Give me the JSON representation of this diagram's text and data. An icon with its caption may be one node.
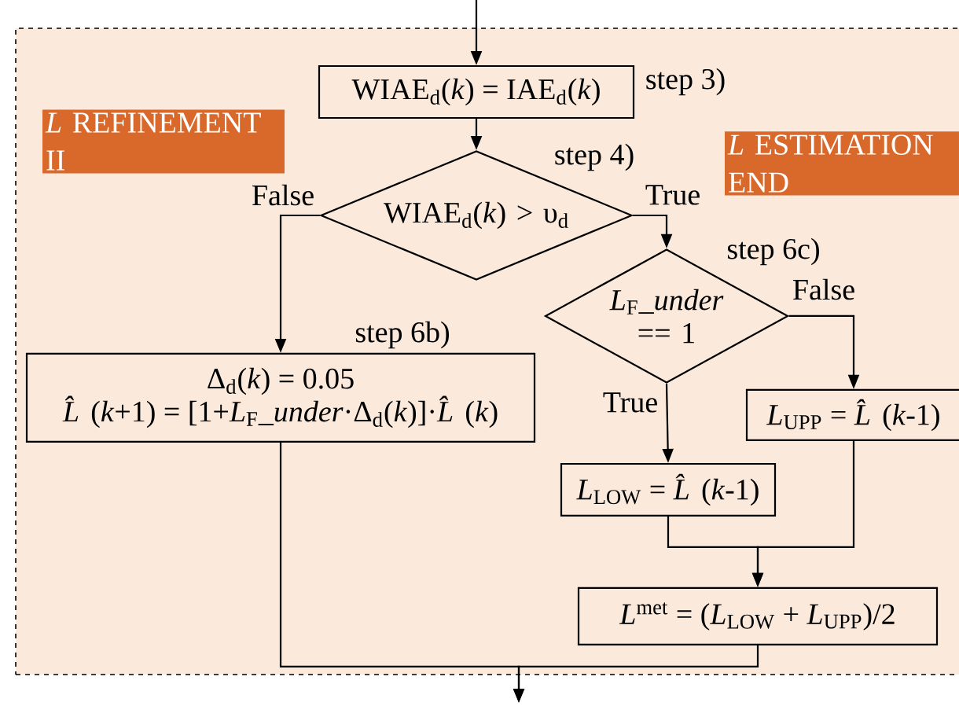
{
  "diagram": {
    "nodes": [
      {
        "text": [],
        "shape": "box"
      },
      {
        "text": [
          "WIAE$_{d}$(*k*) = IAE$_{d}$(*k*)"
        ],
        "beside": [
          "step 3)"
        ],
        "in": 0
      },
      {
        "text": [
          "WIAE$_{d}$(*k*) > υ$_{d}$"
        ],
        "beside": [
          "step 4)"
        ],
        "in": 0
      },
      {
        "text": [
          "Δ$_{d}$(*k*) = 0.05",
          "*L̂*(*k*+1) = [1+*L*$_{F}$*_under*·Δ$_{d}$(*k*)]·*L̂*(*k*)"
        ],
        "beside": [
          "step 6b)"
        ],
        "in": 0
      },
      {
        "text": [
          "*L*$_{F}$*_under* == 1"
        ],
        "beside": [
          "step 6c)"
        ],
        "in": 0
      },
      {
        "text": [
          "*L*$_{UPP}$ = *L̂*(*k*-1)"
        ],
        "in": 0
      },
      {
        "text": [
          "*L*$_{LOW}$ = *L̂*(*k*-1)"
        ],
        "in": 0
      },
      {
        "text": [
          "*L*$^{met}$ = (*L*$_{LOW}$ + *L*$_{UPP}$)/2"
        ],
        "in": 0
      }
    ],
    "edges": [
      {
        "from": null,
        "to": 1,
        "arrow": "to"
      },
      {
        "from": 1,
        "to": 2,
        "arrow": "to"
      },
      {
        "from": 2,
        "to": 3,
        "arrow": "to",
        "label": "False"
      },
      {
        "from": 2,
        "to": 4,
        "arrow": "to",
        "label": "True"
      },
      {
        "from": 4,
        "to": 6,
        "arrow": "to",
        "label": "True"
      },
      {
        "from": 4,
        "to": 5,
        "arrow": "to",
        "label": "False"
      },
      {
        "from": 6,
        "to": 7,
        "arrow": "to"
      },
      {
        "from": 5,
        "to": 7,
        "arrow": "to"
      },
      {
        "from": 3,
        "to": null,
        "arrow": "to"
      },
      {
        "from": 7,
        "to": null,
        "arrow": "to"
      }
    ],
    "labels": [
      "*L* REFINEMENT II",
      "*L* ESTIMATION END"
    ]
  }
}
